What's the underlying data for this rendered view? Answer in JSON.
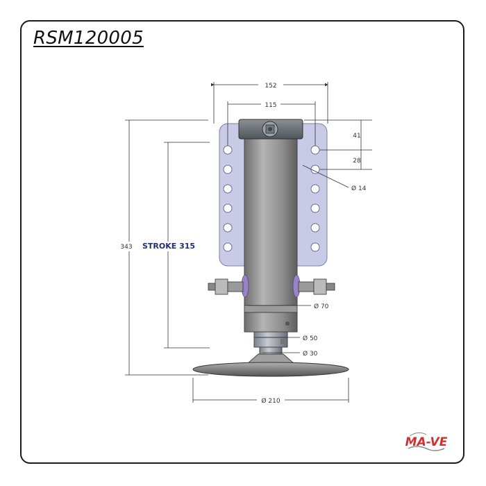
{
  "title": "RSM120005",
  "brand": {
    "logo_text": "MA-VE",
    "color": "#d0312d"
  },
  "dimensions": {
    "bracket_width": "152",
    "bolt_spacing": "115",
    "top_offset": "41",
    "hole_pitch": "28",
    "hole_diameter": "Ø 14",
    "total_height": "343",
    "stroke": "STROKE 315",
    "cylinder_diameter": "Ø 70",
    "rod_diameter": "Ø 50",
    "pin_diameter": "Ø 30",
    "foot_diameter": "Ø 210"
  },
  "colors": {
    "plate": "#c9cbe6",
    "cylinder": "#8d8d8d",
    "dimension_line": "#333333",
    "stroke_label": "#1f2f7a"
  }
}
